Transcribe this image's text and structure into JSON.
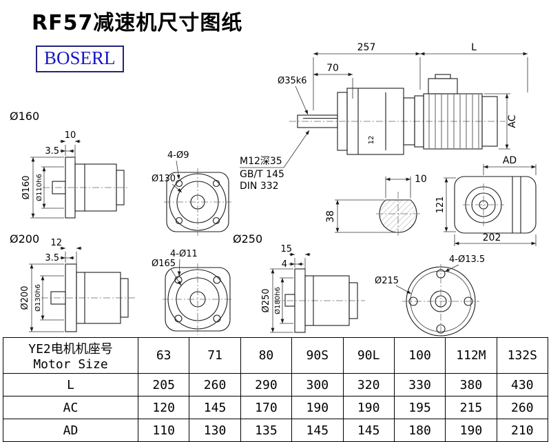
{
  "page": {
    "title": "RF57减速机尺寸图纸",
    "logo": "BOSERL"
  },
  "sections": {
    "s160": "Ø160",
    "s200": "Ø200",
    "s250": "Ø250"
  },
  "main_view": {
    "dim_257": "257",
    "dim_L": "L",
    "dim_70": "70",
    "shaft_dia": "Ø35k6",
    "dim_AC": "AC",
    "key_width": "12",
    "thread_spec": "M12深35",
    "thread_std1": "GB/T 145",
    "thread_std2": "DIN 332"
  },
  "shaft_section": {
    "dim_10": "10",
    "dim_38": "38"
  },
  "top_view": {
    "dim_AD": "AD",
    "dim_121": "121",
    "dim_202": "202"
  },
  "view_160": {
    "dim_10": "10",
    "dim_3_5": "3.5",
    "dia_outer": "Ø160",
    "dia_register": "Ø110h6"
  },
  "flange_130": {
    "holes": "4-Ø9",
    "dia": "Ø130"
  },
  "view_200": {
    "dim_12": "12",
    "dim_3_5": "3.5",
    "dia_outer": "Ø200",
    "dia_register": "Ø130h6"
  },
  "flange_165": {
    "holes": "4-Ø11",
    "dia": "Ø165"
  },
  "view_250": {
    "dim_15": "15",
    "dim_4": "4",
    "dia_outer": "Ø250",
    "dia_register": "Ø180h6"
  },
  "flange_215": {
    "holes": "4-Ø13.5",
    "dia": "Ø215"
  },
  "table": {
    "header_cn": "YE2电机机座号",
    "header_en": "Motor Size",
    "sizes": [
      "63",
      "71",
      "80",
      "90S",
      "90L",
      "100",
      "112M",
      "132S"
    ],
    "rows": [
      {
        "label": "L",
        "values": [
          "205",
          "260",
          "290",
          "300",
          "320",
          "330",
          "380",
          "430"
        ]
      },
      {
        "label": "AC",
        "values": [
          "120",
          "145",
          "170",
          "190",
          "190",
          "195",
          "215",
          "260"
        ]
      },
      {
        "label": "AD",
        "values": [
          "110",
          "130",
          "135",
          "145",
          "145",
          "180",
          "190",
          "210"
        ]
      }
    ]
  }
}
